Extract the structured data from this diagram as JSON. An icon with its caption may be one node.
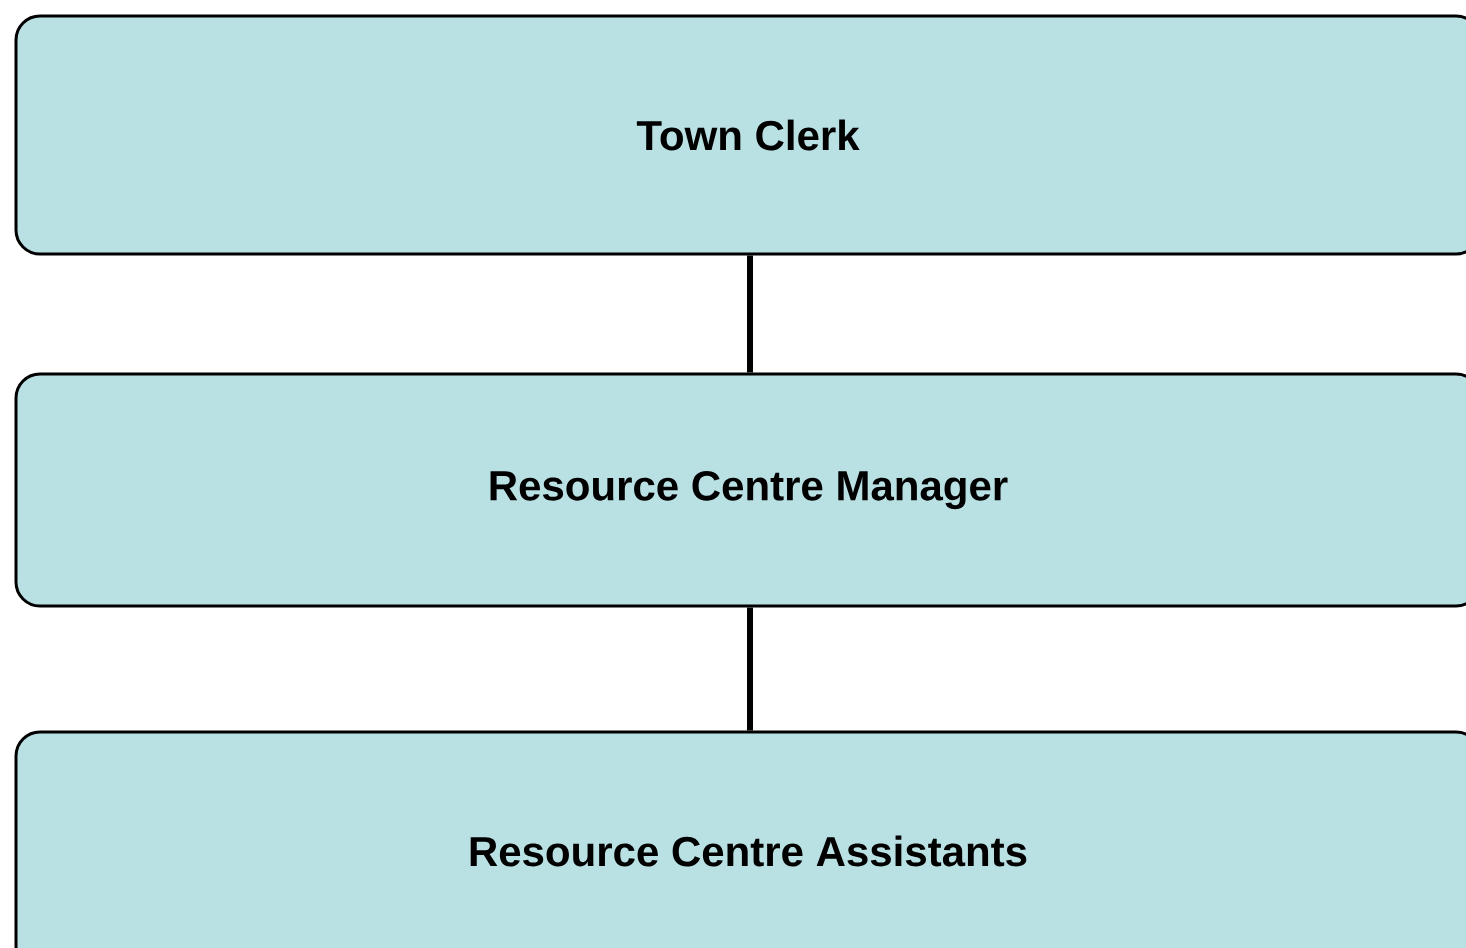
{
  "diagram": {
    "nodes": [
      {
        "text": [
          "Town Clerk"
        ]
      },
      {
        "text": [
          "Resource Centre Manager"
        ]
      },
      {
        "text": [
          "Resource Centre Assistants"
        ]
      }
    ],
    "edges": [
      {
        "from": 0,
        "to": 1,
        "arrow": "none"
      },
      {
        "from": 1,
        "to": 2,
        "arrow": "none"
      }
    ]
  }
}
